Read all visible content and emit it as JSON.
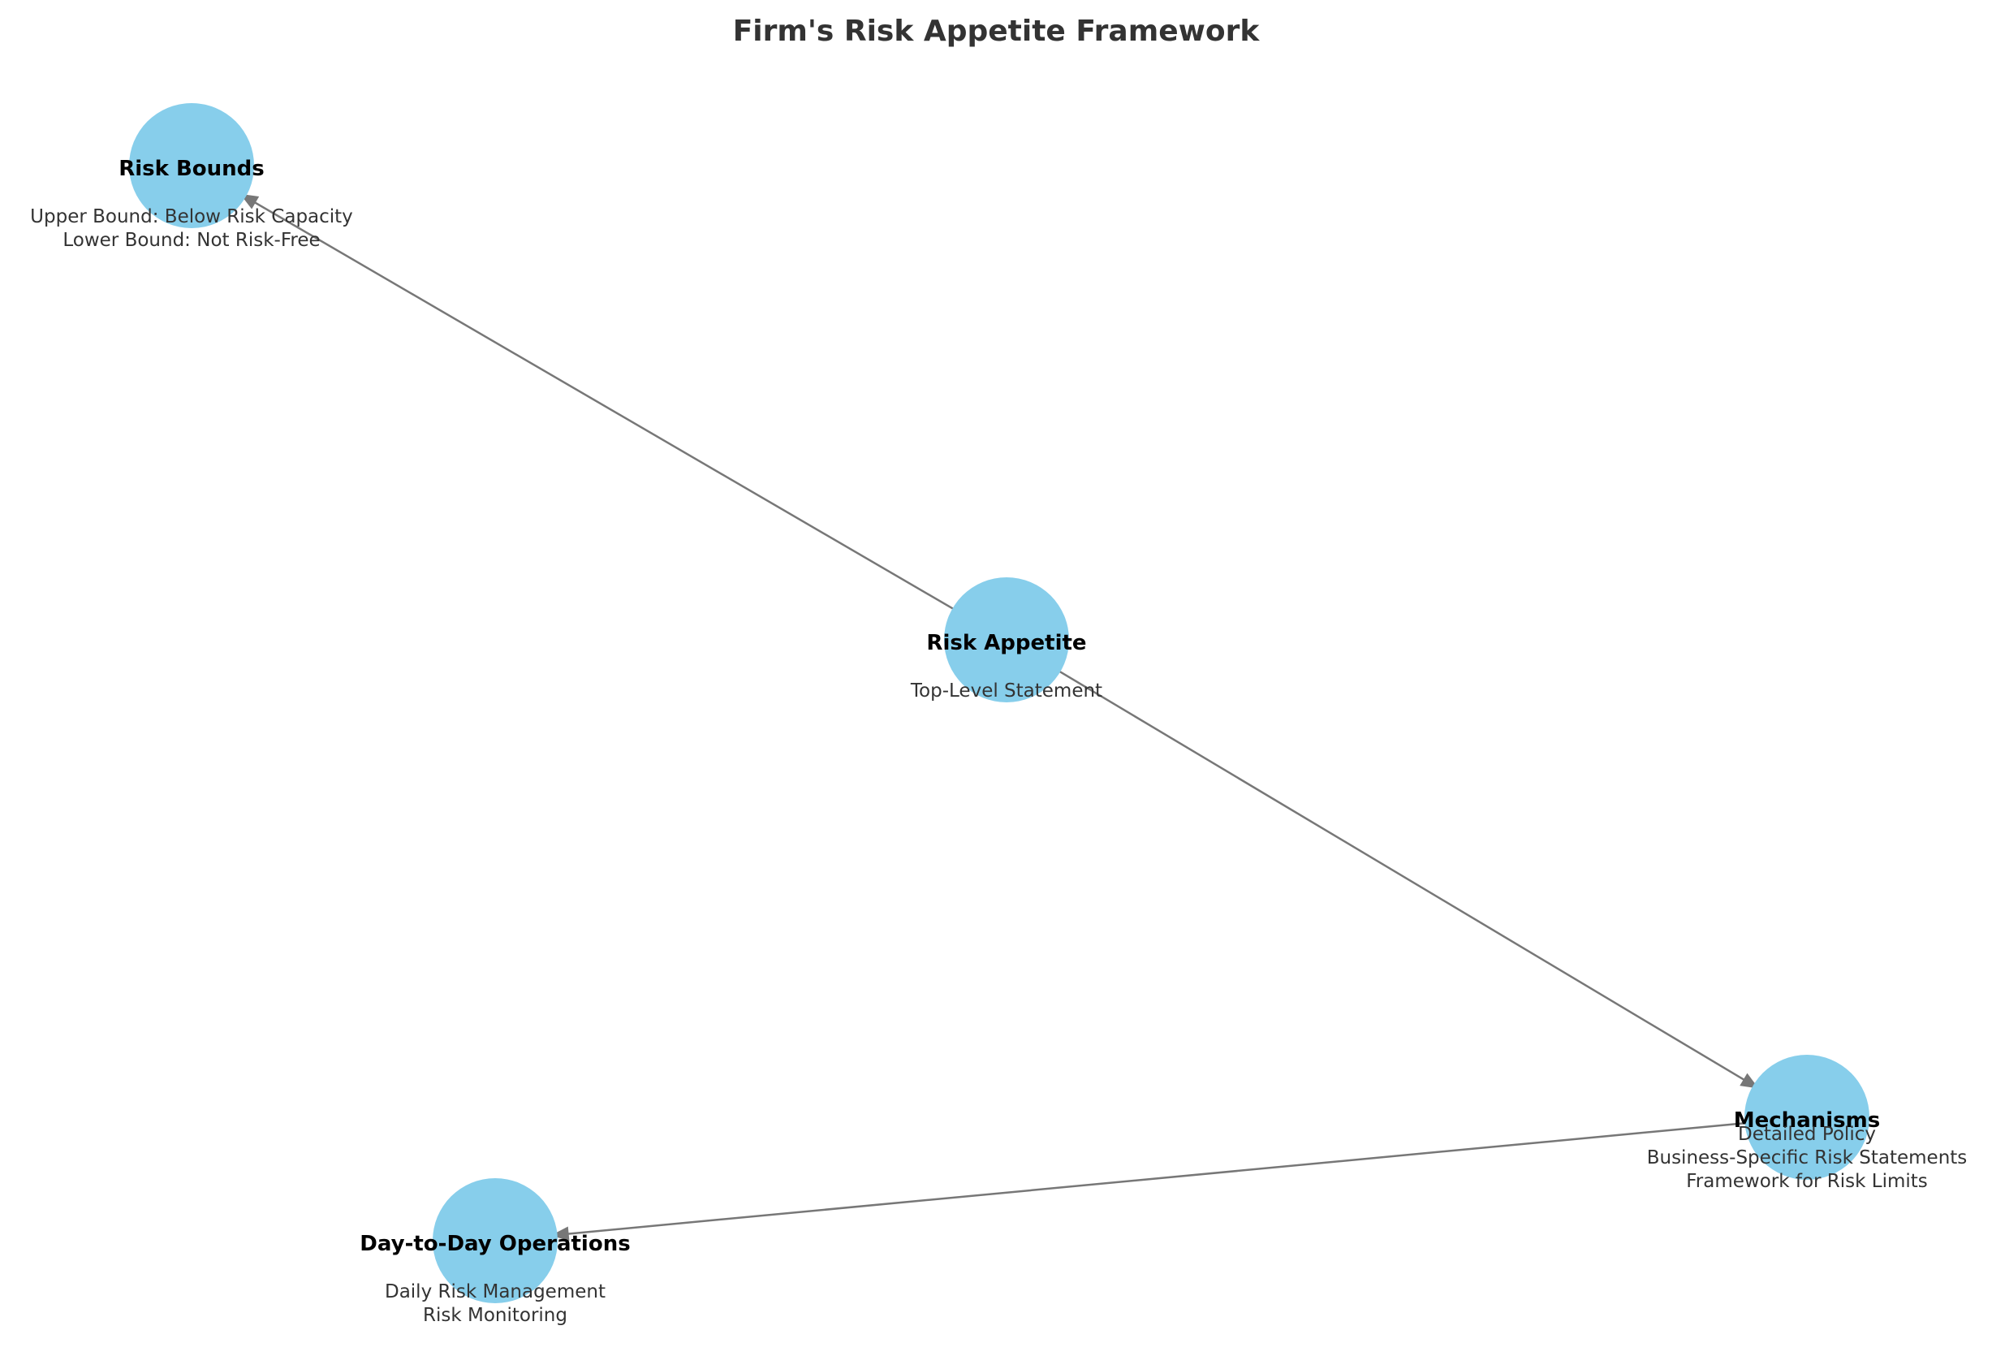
{
  "title": "Firm's Risk Appetite Framework",
  "colors": {
    "node_fill": "#87ceeb",
    "edge": "#777777",
    "title": "#333333"
  },
  "nodes": [
    {
      "id": "risk-appetite",
      "label": "Risk Appetite",
      "details": [
        "Top-Level Statement"
      ]
    },
    {
      "id": "risk-bounds",
      "label": "Risk Bounds",
      "details": [
        "Upper Bound: Below Risk Capacity",
        "Lower Bound: Not Risk-Free"
      ]
    },
    {
      "id": "mechanisms",
      "label": "Mechanisms",
      "details": [
        "Detailed Policy",
        "Business-Specific Risk Statements",
        "Framework for Risk Limits"
      ]
    },
    {
      "id": "day-to-day-operations",
      "label": "Day-to-Day Operations",
      "details": [
        "Daily Risk Management",
        "Risk Monitoring"
      ]
    }
  ],
  "edges": [
    {
      "from": "risk-appetite",
      "to": "risk-bounds"
    },
    {
      "from": "risk-appetite",
      "to": "mechanisms"
    },
    {
      "from": "mechanisms",
      "to": "day-to-day-operations"
    }
  ]
}
